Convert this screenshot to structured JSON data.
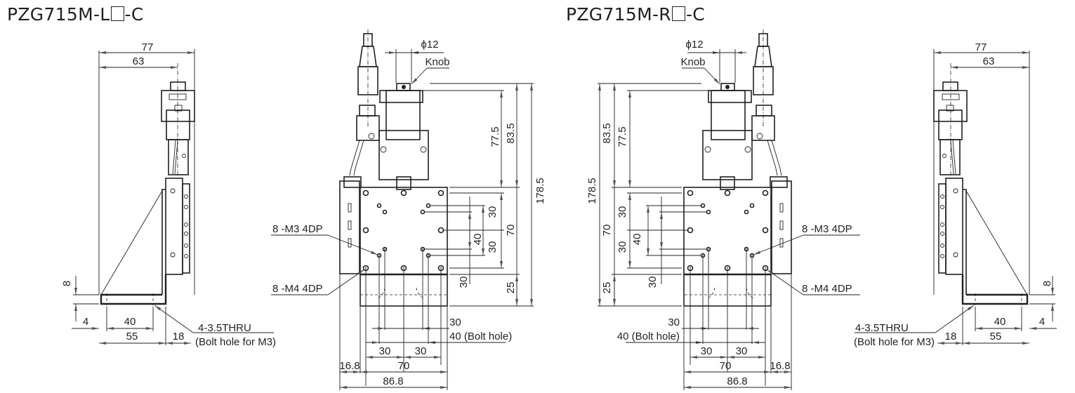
{
  "titles": {
    "left": {
      "prefix": "PZG715M-L",
      "suffix": "-C"
    },
    "right": {
      "prefix": "PZG715M-R",
      "suffix": "-C"
    }
  },
  "left_side_view": {
    "dim_77": "77",
    "dim_63": "63",
    "dim_8": "8",
    "dim_4": "4",
    "dim_40": "40",
    "dim_55": "55",
    "dim_18": "18",
    "note_line1": "4-3.5THRU",
    "note_line2": "(Bolt hole for M3)"
  },
  "left_front_view": {
    "phi": "ϕ12",
    "knob": "Knob",
    "dim_77_5": "77.5",
    "dim_83_5": "83.5",
    "dim_178_5": "178.5",
    "dim_30a": "30",
    "dim_30b": "30",
    "dim_40": "40",
    "dim_70": "70",
    "dim_30c": "30",
    "dim_25": "25",
    "note_m3": "8 -M3 4DP",
    "note_m4": "8 -M4 4DP",
    "dim_30_top": "30",
    "dim_40_bolt": "40 (Bolt hole)",
    "dim_30_l": "30",
    "dim_30_r": "30",
    "dim_16_8": "16.8",
    "dim_70_w": "70",
    "dim_86_8": "86.8"
  },
  "right_front_view": {
    "phi": "ϕ12",
    "knob": "Knob",
    "dim_83_5": "83.5",
    "dim_77_5": "77.5",
    "dim_178_5": "178.5",
    "dim_30a": "30",
    "dim_70": "70",
    "dim_40": "40",
    "dim_30b": "30",
    "dim_30c": "30",
    "dim_25": "25",
    "note_m3": "8 -M3 4DP",
    "note_m4": "8 -M4 4DP",
    "dim_30_top": "30",
    "dim_40_bolt": "40 (Bolt hole)",
    "dim_30_l": "30",
    "dim_30_r": "30",
    "dim_70_w": "70",
    "dim_16_8": "16.8",
    "dim_86_8": "86.8"
  },
  "right_side_view": {
    "dim_77": "77",
    "dim_63": "63",
    "dim_8": "8",
    "dim_40": "40",
    "dim_4": "4",
    "dim_18": "18",
    "dim_55": "55",
    "note_line1": "4-3.5THRU",
    "note_line2": "(Bolt hole for M3)"
  }
}
